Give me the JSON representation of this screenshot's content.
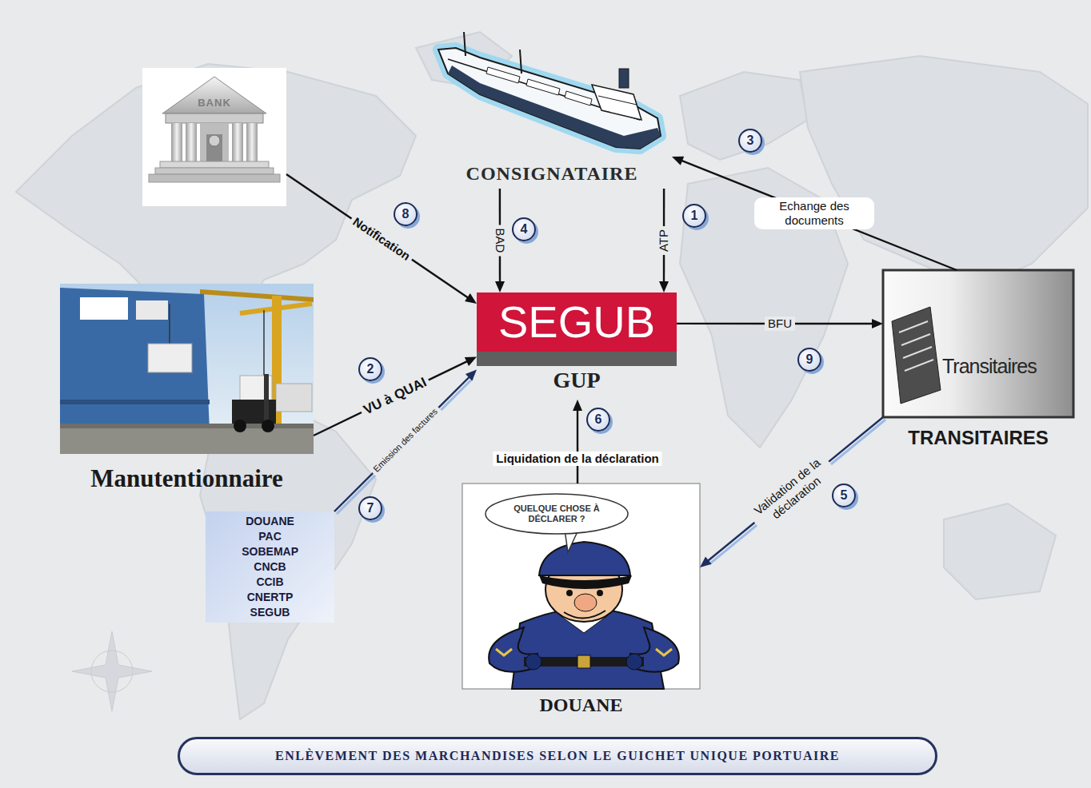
{
  "diagram": {
    "title": "ENLÈVEMENT DES MARCHANDISES SELON LE GUICHET UNIQUE PORTUAIRE",
    "nodes": [
      {
        "text": [
          "BANK"
        ]
      },
      {
        "text": [
          "CONSIGNATAIRE"
        ]
      },
      {
        "text": [
          "SEGUB",
          "GUP"
        ]
      },
      {
        "text": [
          "Manutentionnaire"
        ]
      },
      {
        "text": [
          "Transitaires",
          "TRANSITAIRES"
        ]
      },
      {
        "text": [
          "DOUANE PAC SOBEMAP CNCB CCIB CNERTP SEGUB"
        ]
      },
      {
        "text": [
          "DOUANE"
        ]
      },
      {
        "text": [
          "QUELQUE CHOSE À DÉCLARER ?"
        ],
        "in": 6
      }
    ],
    "edges": [
      {
        "from": 1,
        "to": 2,
        "label": "ATP",
        "arrow": "to"
      },
      {
        "from": 3,
        "to": 2,
        "label": "VU à QUAI",
        "arrow": "to"
      },
      {
        "from": 4,
        "to": 1,
        "label": "Echange des documents",
        "arrow": "to"
      },
      {
        "from": 1,
        "to": 2,
        "label": "BAD",
        "arrow": "to"
      },
      {
        "from": 4,
        "to": 6,
        "label": "Validation de la déclaration",
        "arrow": "to"
      },
      {
        "from": 6,
        "to": 2,
        "label": "Liquidation de la déclaration",
        "arrow": "to"
      },
      {
        "from": 5,
        "to": 2,
        "label": "Emission des factures",
        "arrow": "to"
      },
      {
        "from": 0,
        "to": 2,
        "label": "Notification",
        "arrow": "to"
      },
      {
        "from": 2,
        "to": 4,
        "label": "BFU",
        "arrow": "to"
      }
    ],
    "labels": [
      "1",
      "2",
      "3",
      "4",
      "5",
      "6",
      "7",
      "8",
      "9"
    ]
  }
}
